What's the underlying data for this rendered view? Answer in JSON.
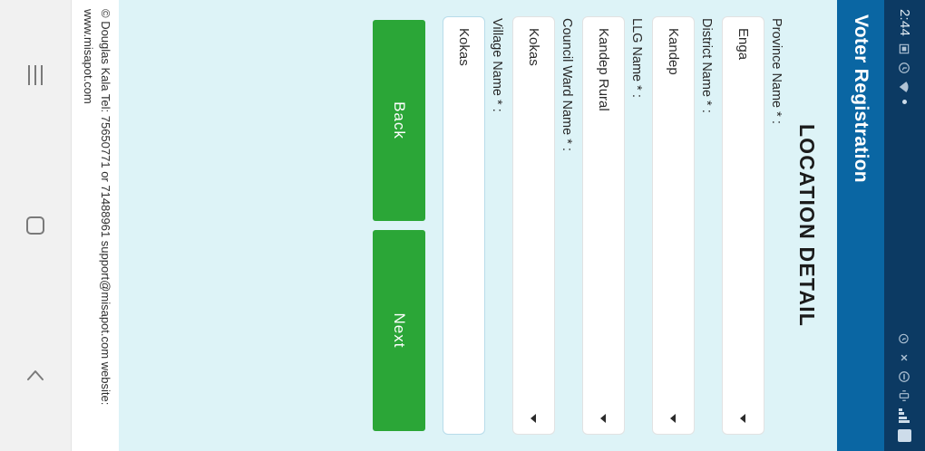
{
  "statusbar": {
    "clock": "2:44",
    "left_icons": [
      "screenshot-icon",
      "clock-icon",
      "wifi-icon",
      "dot-icon"
    ],
    "right_icons": [
      "alarm-icon",
      "bluetooth-off-icon",
      "dnd-icon",
      "vibrate-icon",
      "signal-bars-icon",
      "battery-icon"
    ]
  },
  "appbar": {
    "title": "Voter Registration",
    "color": "#0a66a3"
  },
  "page": {
    "title": "LOCATION DETAIL",
    "background": "#ddf3f7"
  },
  "fields": [
    {
      "label": "Province Name * :",
      "value": "Enga",
      "type": "select",
      "name": "province-name"
    },
    {
      "label": "District Name * :",
      "value": "Kandep",
      "type": "select",
      "name": "district-name"
    },
    {
      "label": "LLG Name * :",
      "value": "Kandep Rural",
      "type": "select",
      "name": "llg-name"
    },
    {
      "label": "Council Ward Name * :",
      "value": "Kokas",
      "type": "select",
      "name": "council-ward-name"
    },
    {
      "label": "Village Name * :",
      "value": "Kokas",
      "type": "text",
      "name": "village-name",
      "focused": true
    }
  ],
  "buttons": {
    "back": "Back",
    "next": "Next",
    "color": "#2ba637"
  },
  "footer": {
    "text": "© Douglas Kala Tel: 75650771 or 71488961 support@misapot.com website: www.misapot.com"
  },
  "navbar": {
    "recents": "recents-icon",
    "home": "home-icon",
    "back": "back-icon"
  }
}
